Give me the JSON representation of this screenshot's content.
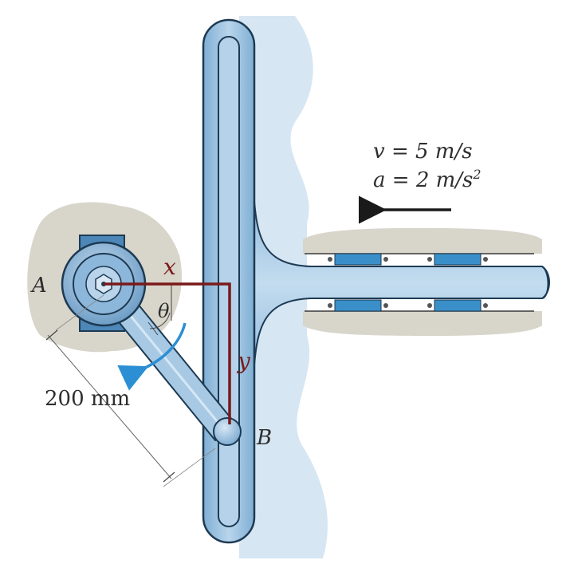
{
  "diagram": {
    "velocity_label": "v = 5 m/s",
    "acceleration_label": "a = 2 m/s",
    "acceleration_exponent": "2",
    "point_a_label": "A",
    "point_b_label": "B",
    "angle_label": "θ",
    "dimension_label": "200 mm",
    "x_axis_label": "x",
    "y_axis_label": "y"
  },
  "colors": {
    "part_fill": "#9dc4e2",
    "part_dark": "#5f8fb8",
    "outline": "#1d3a52",
    "background_wall": "#d6e6f2",
    "ground": "#d8d5cb",
    "axis": "#7a1a1a",
    "rotation_arrow": "#2c8fd4",
    "bearing_pad": "#3a8fc8"
  }
}
